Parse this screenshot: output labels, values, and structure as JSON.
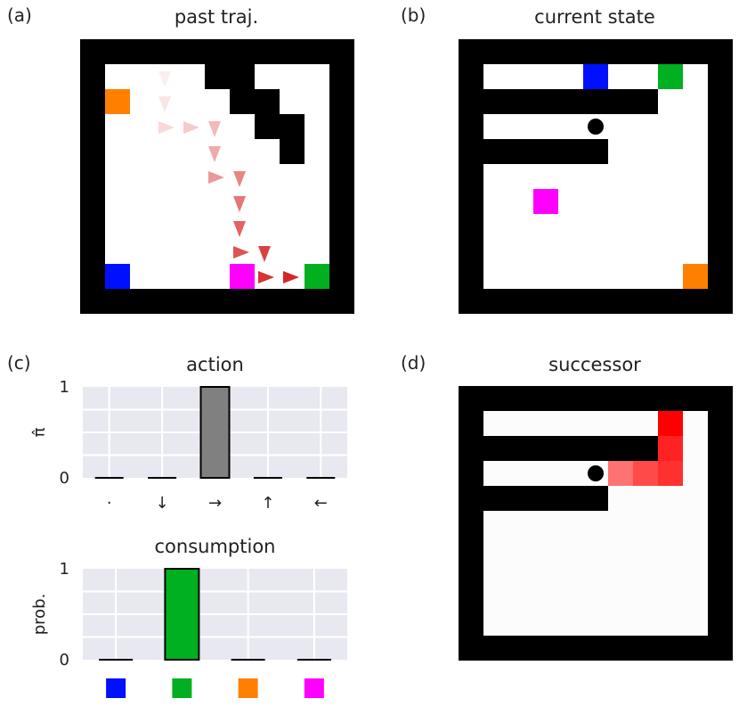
{
  "panels": {
    "a": {
      "label": "(a)",
      "title": "past traj."
    },
    "b": {
      "label": "(b)",
      "title": "current state"
    },
    "c": {
      "label": "(c)"
    },
    "d": {
      "label": "(d)",
      "title": "successor"
    }
  },
  "colors": {
    "blue": "#0010ff",
    "green": "#00b020",
    "orange": "#ff8000",
    "magenta": "#ff00ff",
    "wall": "#000000",
    "agent": "#000000",
    "arrow": "#d62728",
    "bar_action": "#808080",
    "bar_consumption": "#00b020",
    "axes_bg": "#e8e8f0"
  },
  "chart_data": [
    {
      "type": "bar",
      "title": "action",
      "ylabel": "π̂",
      "categories": [
        "·",
        "↓",
        "→",
        "↑",
        "←"
      ],
      "values": [
        0,
        0,
        1,
        0,
        0
      ],
      "ylim": [
        0,
        1
      ],
      "yticks": [
        "0",
        "1"
      ],
      "grid": true
    },
    {
      "type": "bar",
      "title": "consumption",
      "ylabel": "prob.",
      "categories": [
        "blue-square",
        "green-square",
        "orange-square",
        "magenta-square"
      ],
      "category_colors": [
        "#0010ff",
        "#00b020",
        "#ff8000",
        "#ff00ff"
      ],
      "values": [
        0,
        1,
        0,
        0
      ],
      "ylim": [
        0,
        1
      ],
      "yticks": [
        "0",
        "1"
      ],
      "grid": true
    }
  ]
}
